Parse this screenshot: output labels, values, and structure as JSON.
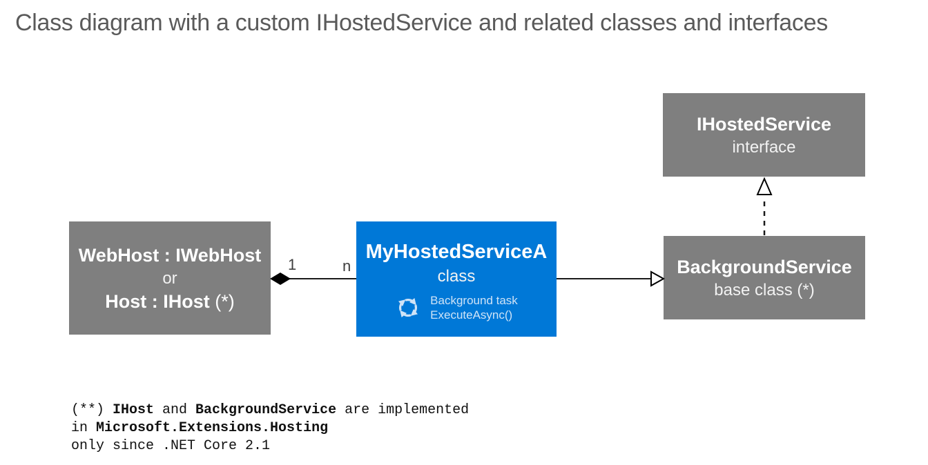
{
  "page": {
    "title": "Class diagram with a custom IHostedService and related classes and interfaces"
  },
  "colors": {
    "box_gray": "#7f7f7f",
    "box_blue": "#0078d7",
    "title_text": "#5a5a5a",
    "box_text": "#ffffff",
    "task_text_blue": "#cfe3f7",
    "connector": "#000000"
  },
  "diagram": {
    "webhost_box": {
      "line1": "WebHost : IWebHost",
      "line2": "or",
      "line3_bold": "Host : IHost",
      "line3_rest": " (*)"
    },
    "myhosted_box": {
      "title": "MyHostedServiceA",
      "subtitle": "class",
      "icon": "sync-arrows-icon",
      "task_line1": "Background task",
      "task_line2": "ExecuteAsync()"
    },
    "ihosted_box": {
      "title": "IHostedService",
      "subtitle": "interface"
    },
    "background_box": {
      "title": "BackgroundService",
      "subtitle": "base class (*)"
    },
    "association": {
      "left_multiplicity": "1",
      "right_multiplicity": "n"
    }
  },
  "footnote": {
    "line1": {
      "p1": "(**) ",
      "b1": "IHost",
      "p2": " and ",
      "b2": "BackgroundService",
      "p3": " are implemented"
    },
    "line2": {
      "p1": "in ",
      "b1": "Microsoft.Extensions.Hosting"
    },
    "line3": {
      "p1": "only since .NET Core 2.1"
    }
  }
}
